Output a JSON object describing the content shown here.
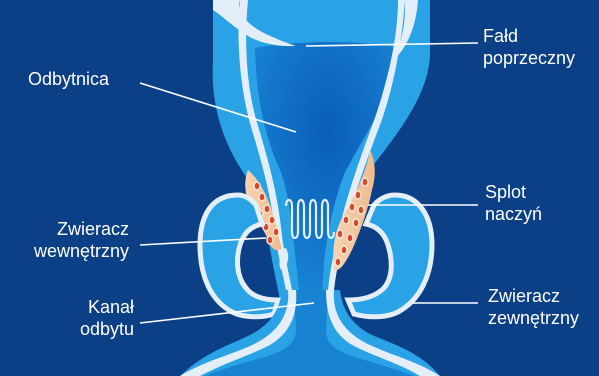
{
  "labels": {
    "odbytnica": "Odbytnica",
    "fald_line1": "Fałd",
    "fald_line2": "poprzeczny",
    "splot_line1": "Splot",
    "splot_line2": "naczyń",
    "zwieracz_wew_line1": "Zwieracz",
    "zwieracz_wew_line2": "wewnętrzny",
    "zwieracz_zew_line1": "Zwieracz",
    "zwieracz_zew_line2": "zewnętrzny",
    "kanal_line1": "Kanał",
    "kanal_line2": "odbytu"
  },
  "colors": {
    "background": "#0b3f86",
    "tissue_light": "#2aa3e6",
    "lumen_dark": "#1071c8",
    "lining": "#e4eef8",
    "plexus": "#f3caa2",
    "vessel_dot": "#d8472b",
    "leader_line": "#ffffff"
  }
}
